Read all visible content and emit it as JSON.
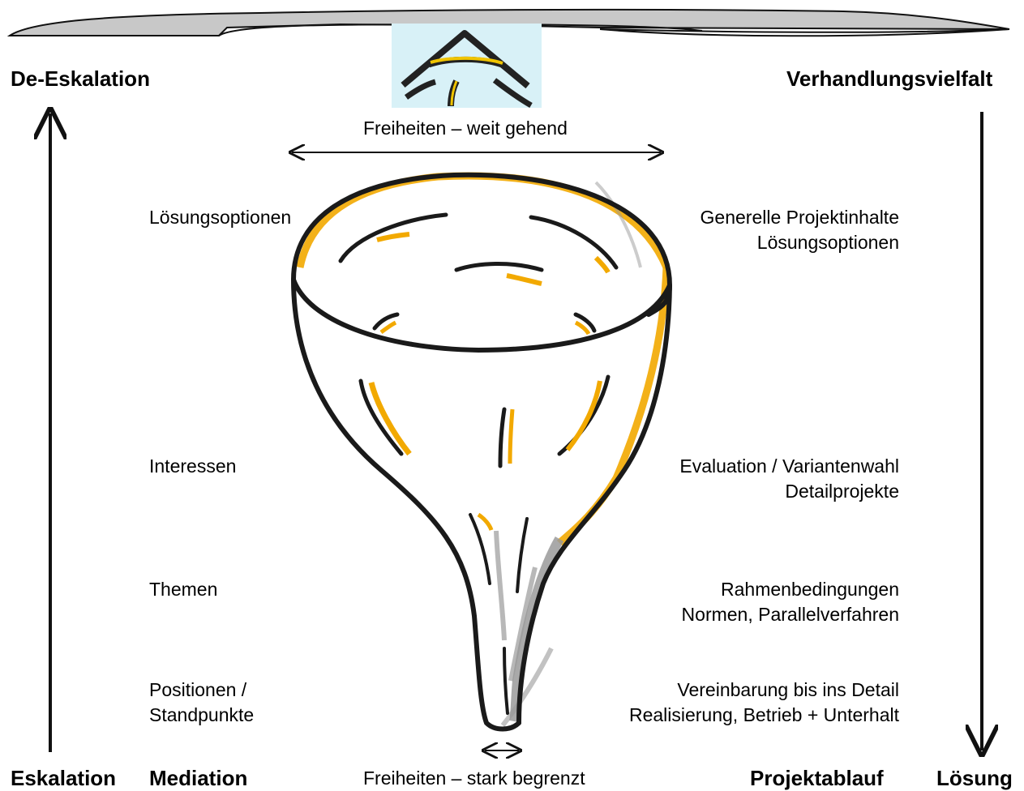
{
  "corners": {
    "top_left": "De-Eskalation",
    "top_right": "Verhandlungsvielfalt",
    "bottom_left": "Eskalation",
    "bottom_right": "Lösung"
  },
  "bottom_labels": {
    "left": "Mediation",
    "right": "Projektablauf"
  },
  "freedom": {
    "top": "Freiheiten – weit gehend",
    "bottom": "Freiheiten – stark begrenzt"
  },
  "left_levels": [
    {
      "lines": [
        "Lösungsoptionen"
      ]
    },
    {
      "lines": [
        "Interessen"
      ]
    },
    {
      "lines": [
        "Themen"
      ]
    },
    {
      "lines": [
        "Positionen /",
        "Standpunkte"
      ]
    }
  ],
  "right_levels": [
    {
      "lines": [
        "Generelle Projektinhalte",
        "Lösungsoptionen"
      ]
    },
    {
      "lines": [
        "Evaluation / Variantenwahl",
        "Detailprojekte"
      ]
    },
    {
      "lines": [
        "Rahmenbedingungen",
        "Normen, Parallelverfahren"
      ]
    },
    {
      "lines": [
        "Vereinbarung bis ins Detail",
        "Realisierung, Betrieb + Unterhalt"
      ]
    }
  ],
  "colors": {
    "ink": "#1a1a1a",
    "highlight": "#f2a900",
    "shadow": "#9a9a9a",
    "logo_bg": "#d8f1f7",
    "banner_fill": "#c8c8c8"
  },
  "icons": [
    "banner-swoosh",
    "logo-triangle-icon",
    "funnel-icon",
    "arrow-up-icon",
    "arrow-down-icon",
    "double-arrow-icon"
  ]
}
